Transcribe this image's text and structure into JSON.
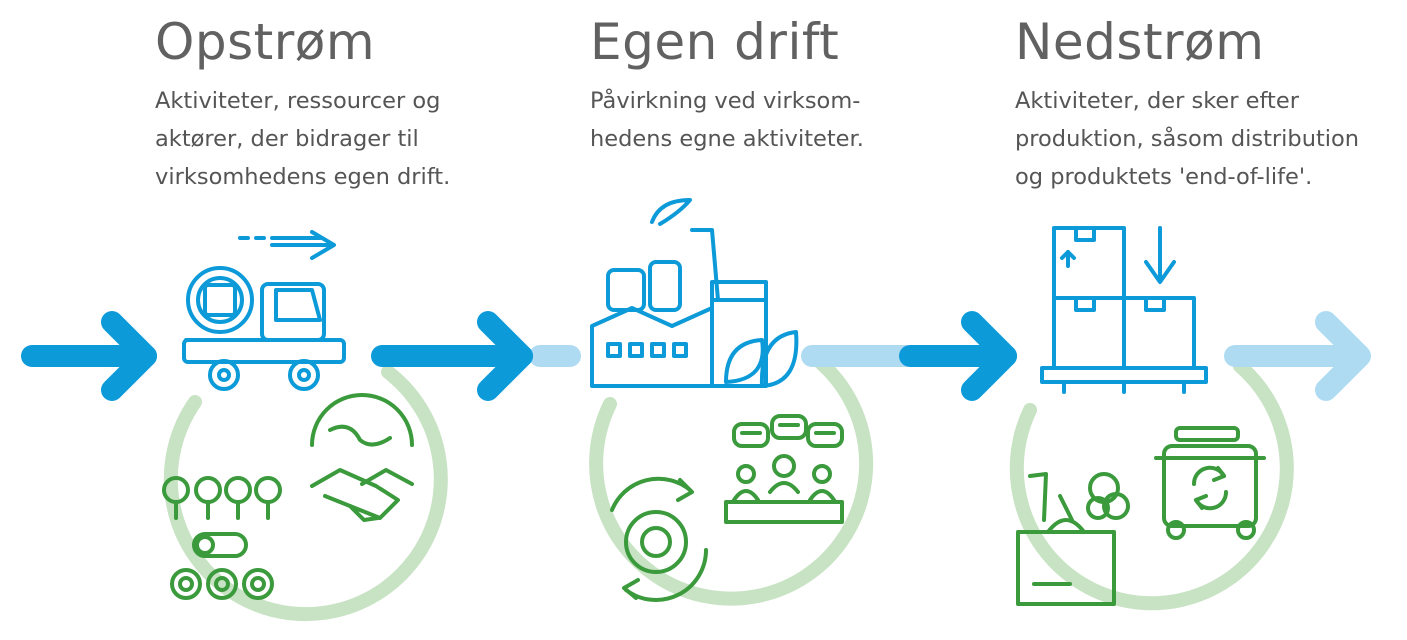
{
  "columns": [
    {
      "title": "Opstrøm",
      "lines": [
        "Aktiviteter, ressourcer og",
        "aktører, der bidrager til",
        "virksomhedens egen drift."
      ]
    },
    {
      "title": "Egen drift",
      "lines": [
        "Påvirkning ved virksom-",
        "hedens egne aktiviteter."
      ]
    },
    {
      "title": "Nedstrøm",
      "lines": [
        "Aktiviteter, der sker efter",
        "produktion, såsom distribution",
        "og produktets 'end-of-life'."
      ]
    }
  ],
  "colors": {
    "blue": "#0d9ad9",
    "light_blue": "#aedbf2",
    "green": "#3a9a3c",
    "light_green": "#c7e3c3",
    "text": "#616161"
  },
  "icons": [
    "truck-gear-icon",
    "forest-logs-icon",
    "handshake-earth-icon",
    "factory-leaf-icon",
    "gear-cycle-icon",
    "meeting-icon",
    "boxes-pallet-icon",
    "groceries-bag-icon",
    "recycle-bin-icon"
  ]
}
